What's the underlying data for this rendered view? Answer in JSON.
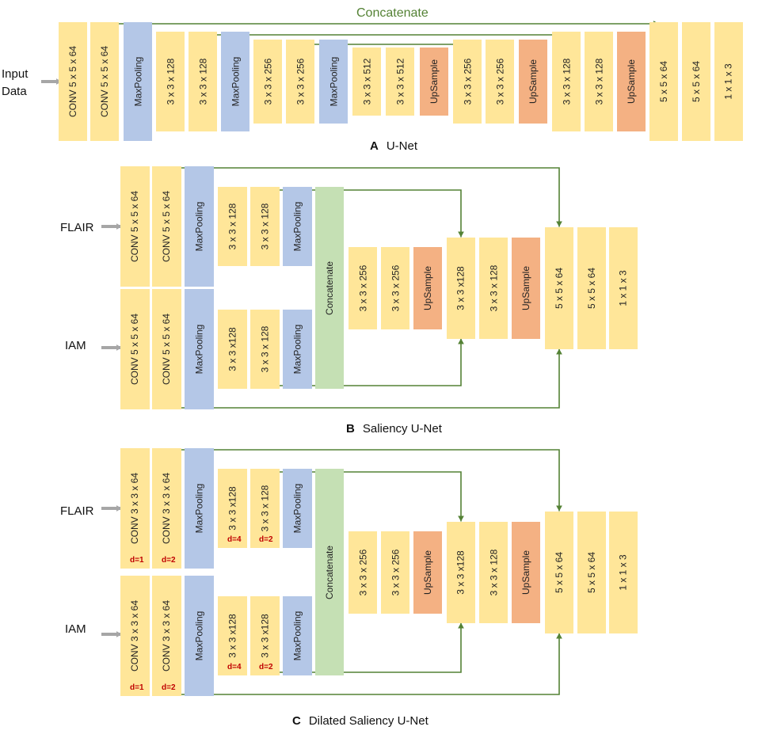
{
  "panel_a": {
    "letter": "A",
    "caption": "U-Net",
    "input_label": "Input\nData",
    "skip_label": "Concatenate",
    "blocks": [
      "CONV 5 x 5 x 64",
      "CONV 5 x 5 x 64",
      "MaxPooling",
      "3 x 3 x 128",
      "3 x 3 x 128",
      "MaxPooling",
      "3 x 3 x 256",
      "3 x 3 x 256",
      "MaxPooling",
      "3 x 3 x 512",
      "3 x 3 x 512",
      "UpSample",
      "3 x 3 x 256",
      "3 x 3 x 256",
      "UpSample",
      "3 x 3 x 128",
      "3 x 3 x 128",
      "UpSample",
      "5 x 5 x 64",
      "5 x 5 x 64",
      "1 x 1 x 3"
    ]
  },
  "panel_b": {
    "letter": "B",
    "caption": "Saliency U-Net",
    "input_top": "FLAIR",
    "input_bottom": "IAM",
    "top_blocks": [
      "CONV 5 x 5 x 64",
      "CONV 5 x 5 x 64",
      "MaxPooling",
      "3 x 3 x 128",
      "3 x 3 x 128",
      "MaxPooling"
    ],
    "bottom_blocks": [
      "CONV 5 x 5 x 64",
      "CONV 5 x 5 x 64",
      "MaxPooling",
      "3 x 3 x128",
      "3 x 3 x 128",
      "MaxPooling"
    ],
    "concat": "Concatenate",
    "decoder": [
      "3 x 3 x 256",
      "3 x 3 x 256",
      "UpSample",
      "3 x 3 x128",
      "3 x 3 x 128",
      "UpSample",
      "5 x 5 x 64",
      "5 x 5 x 64",
      "1 x 1 x 3"
    ]
  },
  "panel_c": {
    "letter": "C",
    "caption": "Dilated Saliency U-Net",
    "input_top": "FLAIR",
    "input_bottom": "IAM",
    "top_blocks": [
      "CONV 3 x 3 x 64",
      "CONV 3 x 3 x 64",
      "MaxPooling",
      "3 x 3 x128",
      "3 x 3 x 128",
      "MaxPooling"
    ],
    "bottom_blocks": [
      "CONV 3 x 3 x 64",
      "CONV 3 x 3 x 64",
      "MaxPooling",
      "3 x 3 x128",
      "3 x 3 x128",
      "MaxPooling"
    ],
    "dilations": [
      "d=1",
      "d=2",
      "d=4",
      "d=2"
    ],
    "concat": "Concatenate",
    "decoder": [
      "3 x 3 x 256",
      "3 x 3 x 256",
      "UpSample",
      "3 x 3 x128",
      "3 x 3 x 128",
      "UpSample",
      "5 x 5 x 64",
      "5 x 5 x 64",
      "1 x 1 x 3"
    ]
  },
  "colors": {
    "conv": "#ffe699",
    "pool": "#b4c7e7",
    "upsample": "#f4b183",
    "concat": "#c5e0b4",
    "skip_line": "#548235",
    "input_arrow": "#a6a6a6",
    "dilation_text": "#c00000"
  }
}
